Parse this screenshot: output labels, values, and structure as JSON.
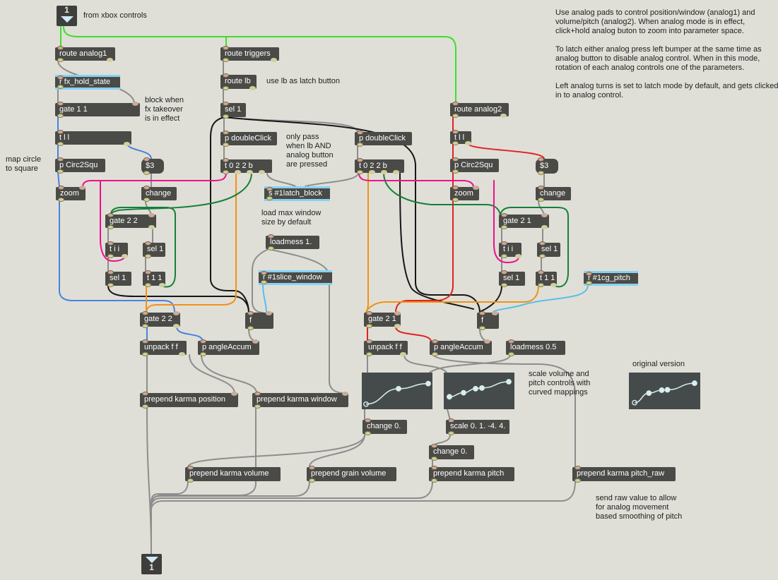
{
  "window": {
    "background": "#dfdfd7",
    "accent_blue_stripe": "#86d2f5"
  },
  "io": {
    "inlet_label": "1",
    "outlet_label": "1"
  },
  "boxes": {
    "ra1": "route analog1",
    "rfx": "r fx_hold_state",
    "g11": "gate 1 1",
    "tll": "t l l",
    "circ": "p Circ2Squ",
    "m3": "$3",
    "zoom": "zoom",
    "change": "change",
    "g22": "gate 2 2",
    "g21": "gate 2 1",
    "tii": "t i i",
    "sel1": "sel 1",
    "t11": "t 1 1",
    "unpack": "unpack f f",
    "accum": "p angleAccum",
    "pkpos": "prepend karma position",
    "pkwin": "prepend karma window",
    "rtrig": "route triggers",
    "rlb": "route lb",
    "pdc": "p doubleClick",
    "t022b": "t 0 2 2 b",
    "slatch": "s #1latch_block",
    "lm1": "loadmess 1.",
    "rslice": "r #1slice_window",
    "f": "f",
    "ra2": "route analog2",
    "rcg": "r #1cg_pitch",
    "lm05": "loadmess 0.5",
    "ch0": "change 0.",
    "scale": "scale 0. 1. -4. 4.",
    "pkvol": "prepend karma volume",
    "pgvol": "prepend grain volume",
    "pkpitch": "prepend karma pitch",
    "pkraw": "prepend karma pitch_raw"
  },
  "comments": {
    "xbox": "from xbox controls",
    "block": "block when\nfx takeover\nis in effect",
    "map": "map circle\nto square",
    "uselb": "use lb as latch button",
    "onlypass": "only pass\nwhen lb AND\nanalog button\nare pressed",
    "loadmax": "load max window\nsize by default",
    "scalevol": "scale volume and\npitch controls with\ncurved mappings",
    "orig": "original version",
    "sendraw": "send raw value to allow\nfor analog movement\nbased smoothing of pitch"
  },
  "notes": {
    "p1": "Use analog pads to control position/window (analog1) and volume/pitch (analog2). When analog mode is in effect, click+hold analog buton to zoom into parameter space.",
    "p2": "To latch either analog press left bumper at the same time as analog button to disable analog control. When in this mode, rotation of each analog controls one of the parameters.",
    "p3": "Left analog turns is set to latch mode by default, and gets clicked in to analog control."
  },
  "graphs": {
    "vol": {
      "curve_color": "#d9edee",
      "points": [
        [
          0.06,
          0.86
        ],
        [
          0.52,
          0.44
        ],
        [
          0.94,
          0.3
        ]
      ],
      "open_first": true
    },
    "pitch": {
      "curve_color": "#d9edee",
      "points": [
        [
          0.08,
          0.66
        ],
        [
          0.28,
          0.55
        ],
        [
          0.45,
          0.44
        ],
        [
          0.54,
          0.42
        ],
        [
          0.92,
          0.25
        ]
      ],
      "open_first": false
    },
    "orig": {
      "curve_color": "#d9edee",
      "points": [
        [
          0.08,
          0.82
        ],
        [
          0.28,
          0.56
        ],
        [
          0.46,
          0.48
        ],
        [
          0.54,
          0.47
        ],
        [
          0.92,
          0.29
        ]
      ],
      "open_first": true
    }
  }
}
